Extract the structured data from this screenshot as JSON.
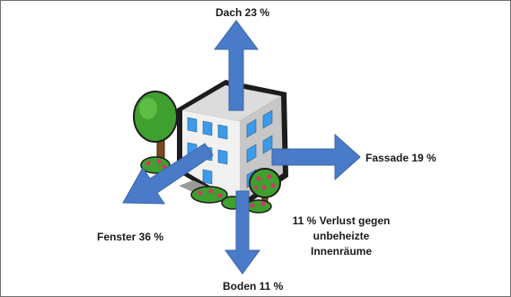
{
  "labels": {
    "roof": "Dach 23 %",
    "facade": "Fassade 19 %",
    "windows": "Fenster 36 %",
    "floor": "Boden 11 %"
  },
  "note": {
    "line1": "11 % Verlust gegen",
    "line2": "unbeheizte",
    "line3": "Innenräume"
  },
  "colors": {
    "arrow": "#4a7bc9",
    "arrow_edge": "#3a65a8",
    "building_top": "#dcdcdc",
    "building_left": "#f1f1f1",
    "building_right": "#c9c9c9",
    "building_outline": "#1c1c1c",
    "window": "#3d9be9",
    "tree_leaf": "#3fa02f",
    "tree_trunk": "#7a4a1e",
    "flower": "#e0306a"
  }
}
